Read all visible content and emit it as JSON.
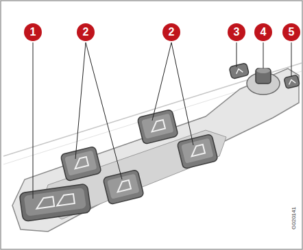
{
  "diagram": {
    "labels": [
      "1",
      "2",
      "2",
      "3",
      "4",
      "5",
      "G020141"
    ]
  }
}
